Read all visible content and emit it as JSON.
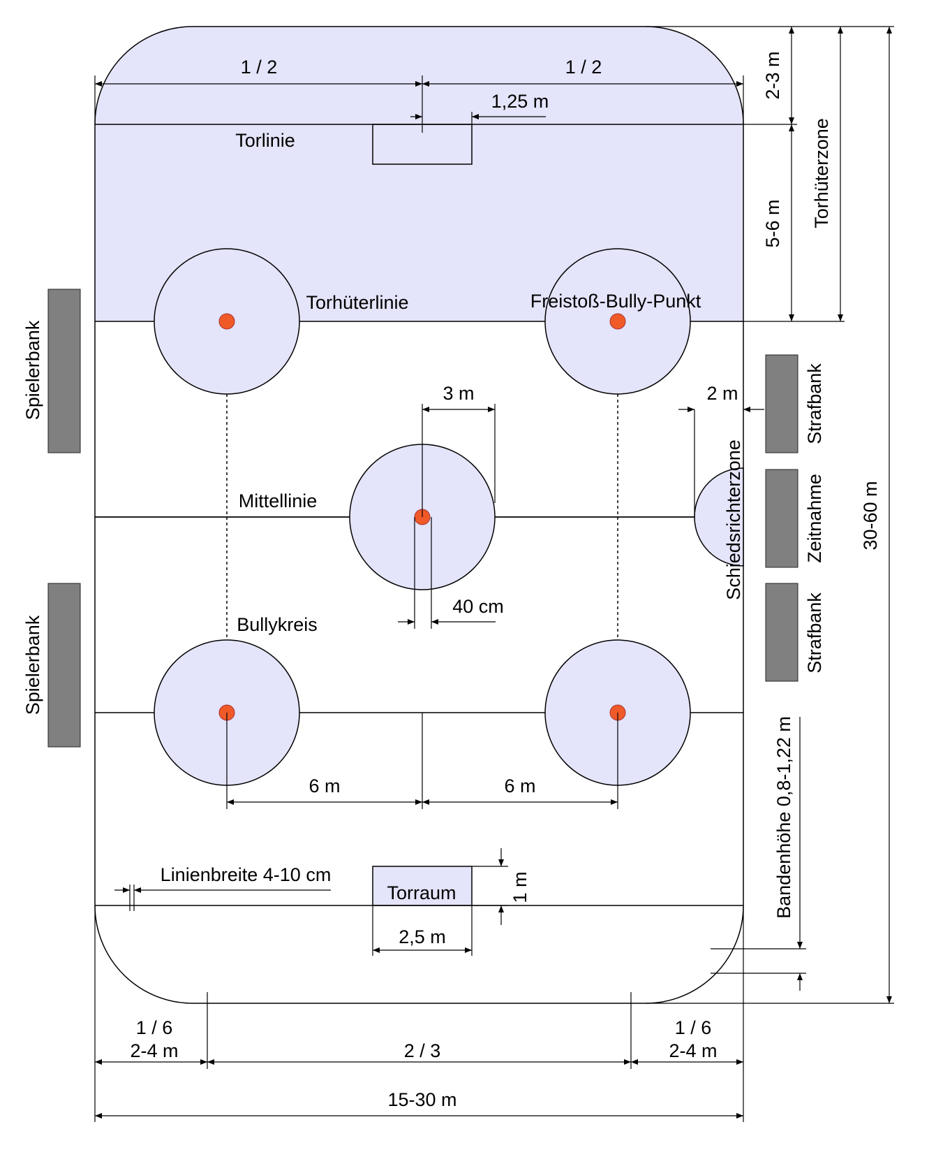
{
  "colors": {
    "zone_fill": "#e4e4fa",
    "bench_fill": "#808080",
    "spot_fill": "#f05a28",
    "line": "#000000"
  },
  "labels": {
    "half_left": "1 / 2",
    "half_right": "1 / 2",
    "goal_width": "1,25 m",
    "torlinie": "Torlinie",
    "torhueterlinie": "Torhüterlinie",
    "freistoss_bully_punkt": "Freistoß-Bully-Punkt",
    "goal_line_distance": "2-3 m",
    "goalie_line_distance": "5-6 m",
    "torhueterzone": "Torhüterzone",
    "total_length": "30-60 m",
    "spielerbank_top": "Spielerbank",
    "spielerbank_bottom": "Spielerbank",
    "center_circle_radius": "3 m",
    "ref_zone_radius": "2 m",
    "strafbank_top": "Strafbank",
    "zeitnahme": "Zeitnahme",
    "strafbank_bottom": "Strafbank",
    "schiedsrichterzone": "Schiedsrichterzone",
    "mittellinie": "Mittellinie",
    "spot_diameter": "40 cm",
    "bullykreis": "Bullykreis",
    "spot_distance_left": "6 m",
    "spot_distance_right": "6 m",
    "linienbreite": "Linienbreite 4-10 cm",
    "torraum": "Torraum",
    "torraum_depth": "1 m",
    "torraum_width": "2,5 m",
    "bandenhoehe": "Bandenhöhe 0,8-1,22 m",
    "corner_fraction_left": "1 / 6",
    "corner_size_left": "2-4 m",
    "middle_fraction": "2 / 3",
    "corner_fraction_right": "1 / 6",
    "corner_size_right": "2-4 m",
    "total_width": "15-30 m"
  }
}
